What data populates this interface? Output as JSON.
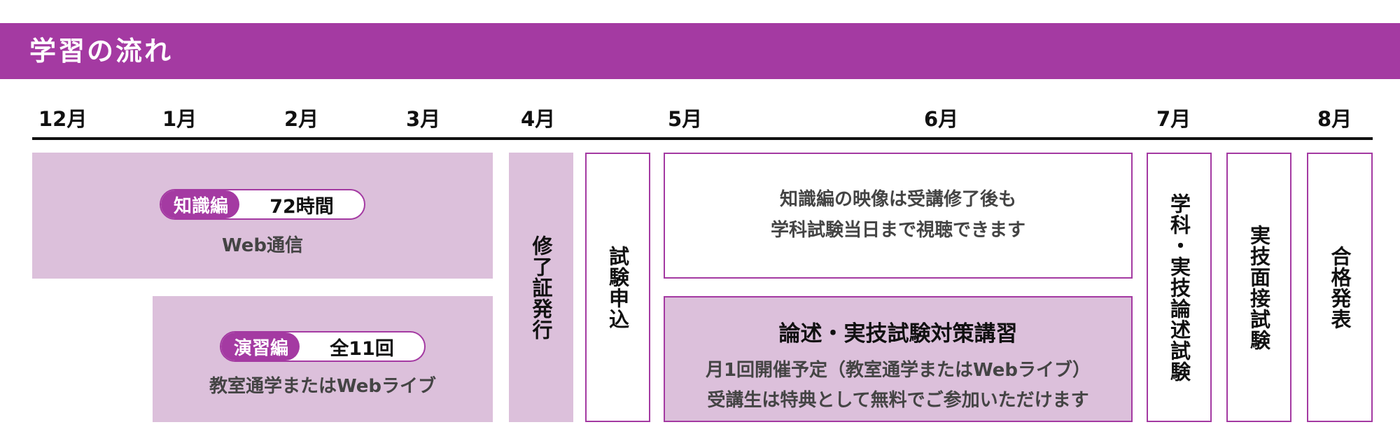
{
  "header": {
    "title": "学習の流れ"
  },
  "months": [
    "12月",
    "1月",
    "2月",
    "3月",
    "4月",
    "5月",
    "6月",
    "7月",
    "8月"
  ],
  "knowledge": {
    "tag": "知識編",
    "value": "72時間",
    "caption": "Web通信"
  },
  "practice": {
    "tag": "演習編",
    "value": "全11回",
    "caption": "教室通学またはWebライブ"
  },
  "steps": {
    "certificate": "修了証発行",
    "exam_application": "試験申込",
    "written_practical_exam": "学科・実技論述試験",
    "practical_interview": "実技面接試験",
    "result": "合格発表"
  },
  "video_note": {
    "line1": "知識編の映像は受講修了後も",
    "line2": "学科試験当日まで視聴できます"
  },
  "prep_lecture": {
    "title": "論述・実技試験対策講習",
    "line1": "月1回開催予定（教室通学またはWebライブ）",
    "line2": "受講生は特典として無料でご参加いただけます"
  },
  "colors": {
    "accent": "#a43aa2",
    "fill": "#dcc0db",
    "text": "#222222"
  }
}
